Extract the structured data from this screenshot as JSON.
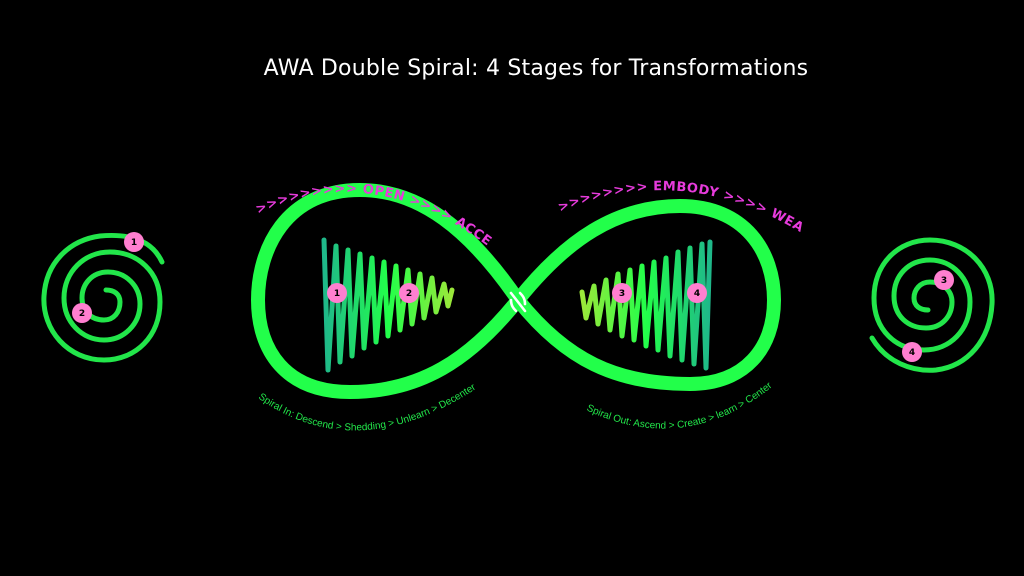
{
  "title": "AWA Double Spiral: 4 Stages for Transformations",
  "arrows": {
    "left": ">>>>>>>>> OPEN >>>> ACCESS > >>>>>>",
    "right": ">>>>>>>> EMBODY >>>> WEAVE>>>>>>>>"
  },
  "captions": {
    "spiral_in": "Spiral In: Descend > Shedding > Unlearn > Decenter",
    "spiral_out": "Spiral Out: Ascend > Create > learn > Center"
  },
  "badges": {
    "b1": "1",
    "b2": "2",
    "b3": "3",
    "b4": "4"
  },
  "colors": {
    "background": "#000000",
    "neon_green": "#22ff4a",
    "lime": "#a6e83a",
    "teal": "#1fa884",
    "magenta": "#e73bdc",
    "badge_pink": "#ff7fd0",
    "title": "#ffffff"
  },
  "icons": {
    "center": "aleph-icon"
  }
}
